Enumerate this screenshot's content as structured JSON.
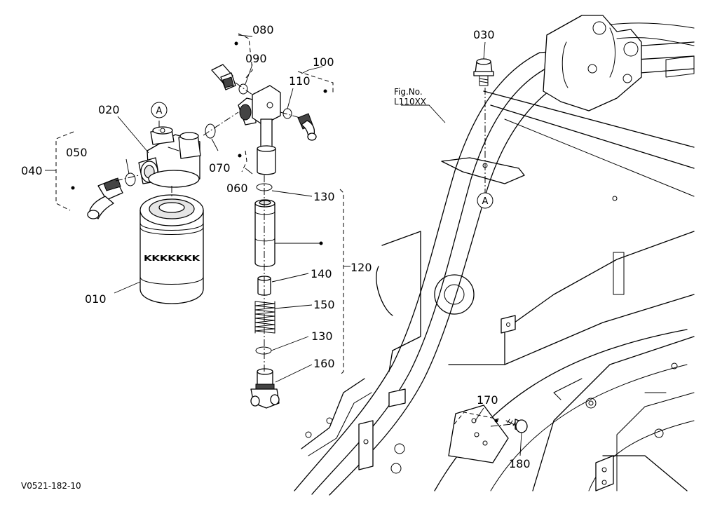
{
  "parts": {
    "p010": "010",
    "p020": "020",
    "p030": "030",
    "p040": "040",
    "p050": "050",
    "p060": "060",
    "p070": "070",
    "p080": "080",
    "p090": "090",
    "p100": "100",
    "p110": "110",
    "p120": "120",
    "p130a": "130",
    "p130b": "130",
    "p140": "140",
    "p150": "150",
    "p160": "160",
    "p170": "170",
    "p180": "180"
  },
  "callouts": {
    "a_top": "A",
    "a_frame": "A"
  },
  "figure_ref": {
    "line1": "Fig.No.",
    "line2": "L110XX"
  },
  "filter_brand": "KKKKKKK",
  "drawing_id": "V0521-182-10"
}
